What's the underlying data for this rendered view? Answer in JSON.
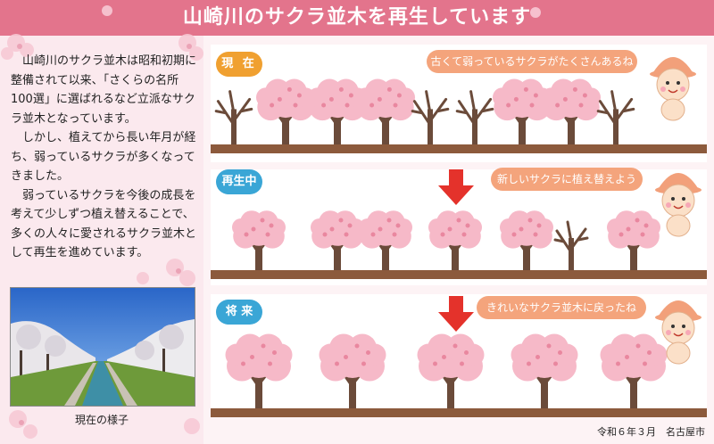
{
  "title": "山崎川のサクラ並木を再生しています",
  "intro": {
    "p1": "山崎川のサクラ並木は昭和初期に整備されて以来、「さくらの名所100選」に選ばれるなど立派なサクラ並木となっています。",
    "p2": "しかし、植えてから長い年月が経ち、弱っているサクラが多くなってきました。",
    "p3": "弱っているサクラを今後の成長を考えて少しずつ植え替えることで、多くの人々に愛されるサクラ並木として再生を進めています。"
  },
  "photo_caption": "現在の様子",
  "stages": [
    {
      "label": "現 在",
      "speech": "古くて弱っているサクラがたくさんあるね",
      "color": "#f0a030"
    },
    {
      "label": "再生中",
      "speech": "新しいサクラに植え替えよう",
      "color": "#3aa6d6"
    },
    {
      "label": "将 来",
      "speech": "きれいなサクラ並木に戻ったね",
      "color": "#3aa6d6"
    }
  ],
  "footer": "令和６年３月　名古屋市",
  "colors": {
    "header": "#e3748c",
    "blossom": "#f6b9c8",
    "trunk": "#6b4b3a",
    "ground": "#8c5a3c",
    "arrow": "#e4322b"
  }
}
